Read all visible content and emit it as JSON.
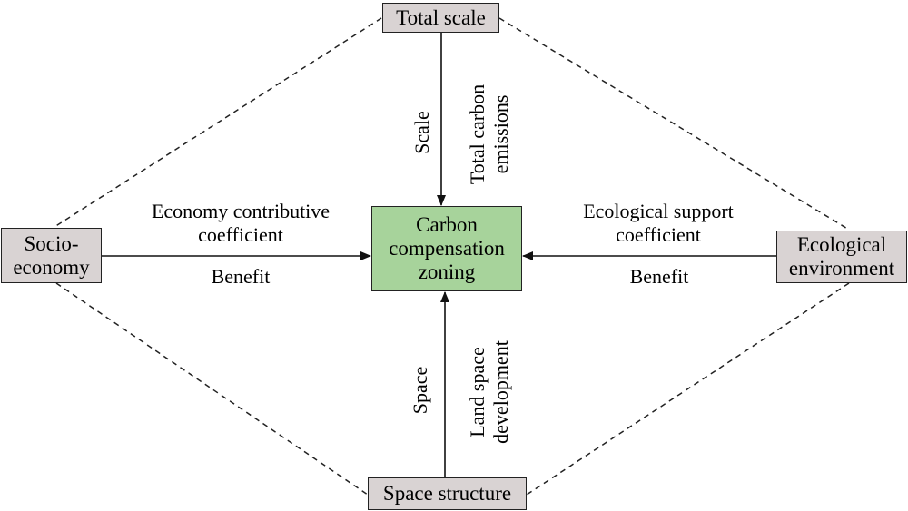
{
  "nodes": {
    "top": "Total scale",
    "left": "Socio-\neconomy",
    "right": "Ecological\nenvironment",
    "bottom": "Space structure",
    "center": "Carbon\ncompensation\nzoning"
  },
  "edge_labels": {
    "top_left": "Scale",
    "top_right": "Total carbon\nemissions",
    "left_above": "Economy contributive\ncoefficient",
    "left_below": "Benefit",
    "right_above": "Ecological support\ncoefficient",
    "right_below": "Benefit",
    "bottom_left": "Space",
    "bottom_right": "Land space\ndevelopment"
  },
  "colors": {
    "node_fill": "#d9d3d3",
    "center_fill": "#a7d39b",
    "stroke": "#222222"
  }
}
